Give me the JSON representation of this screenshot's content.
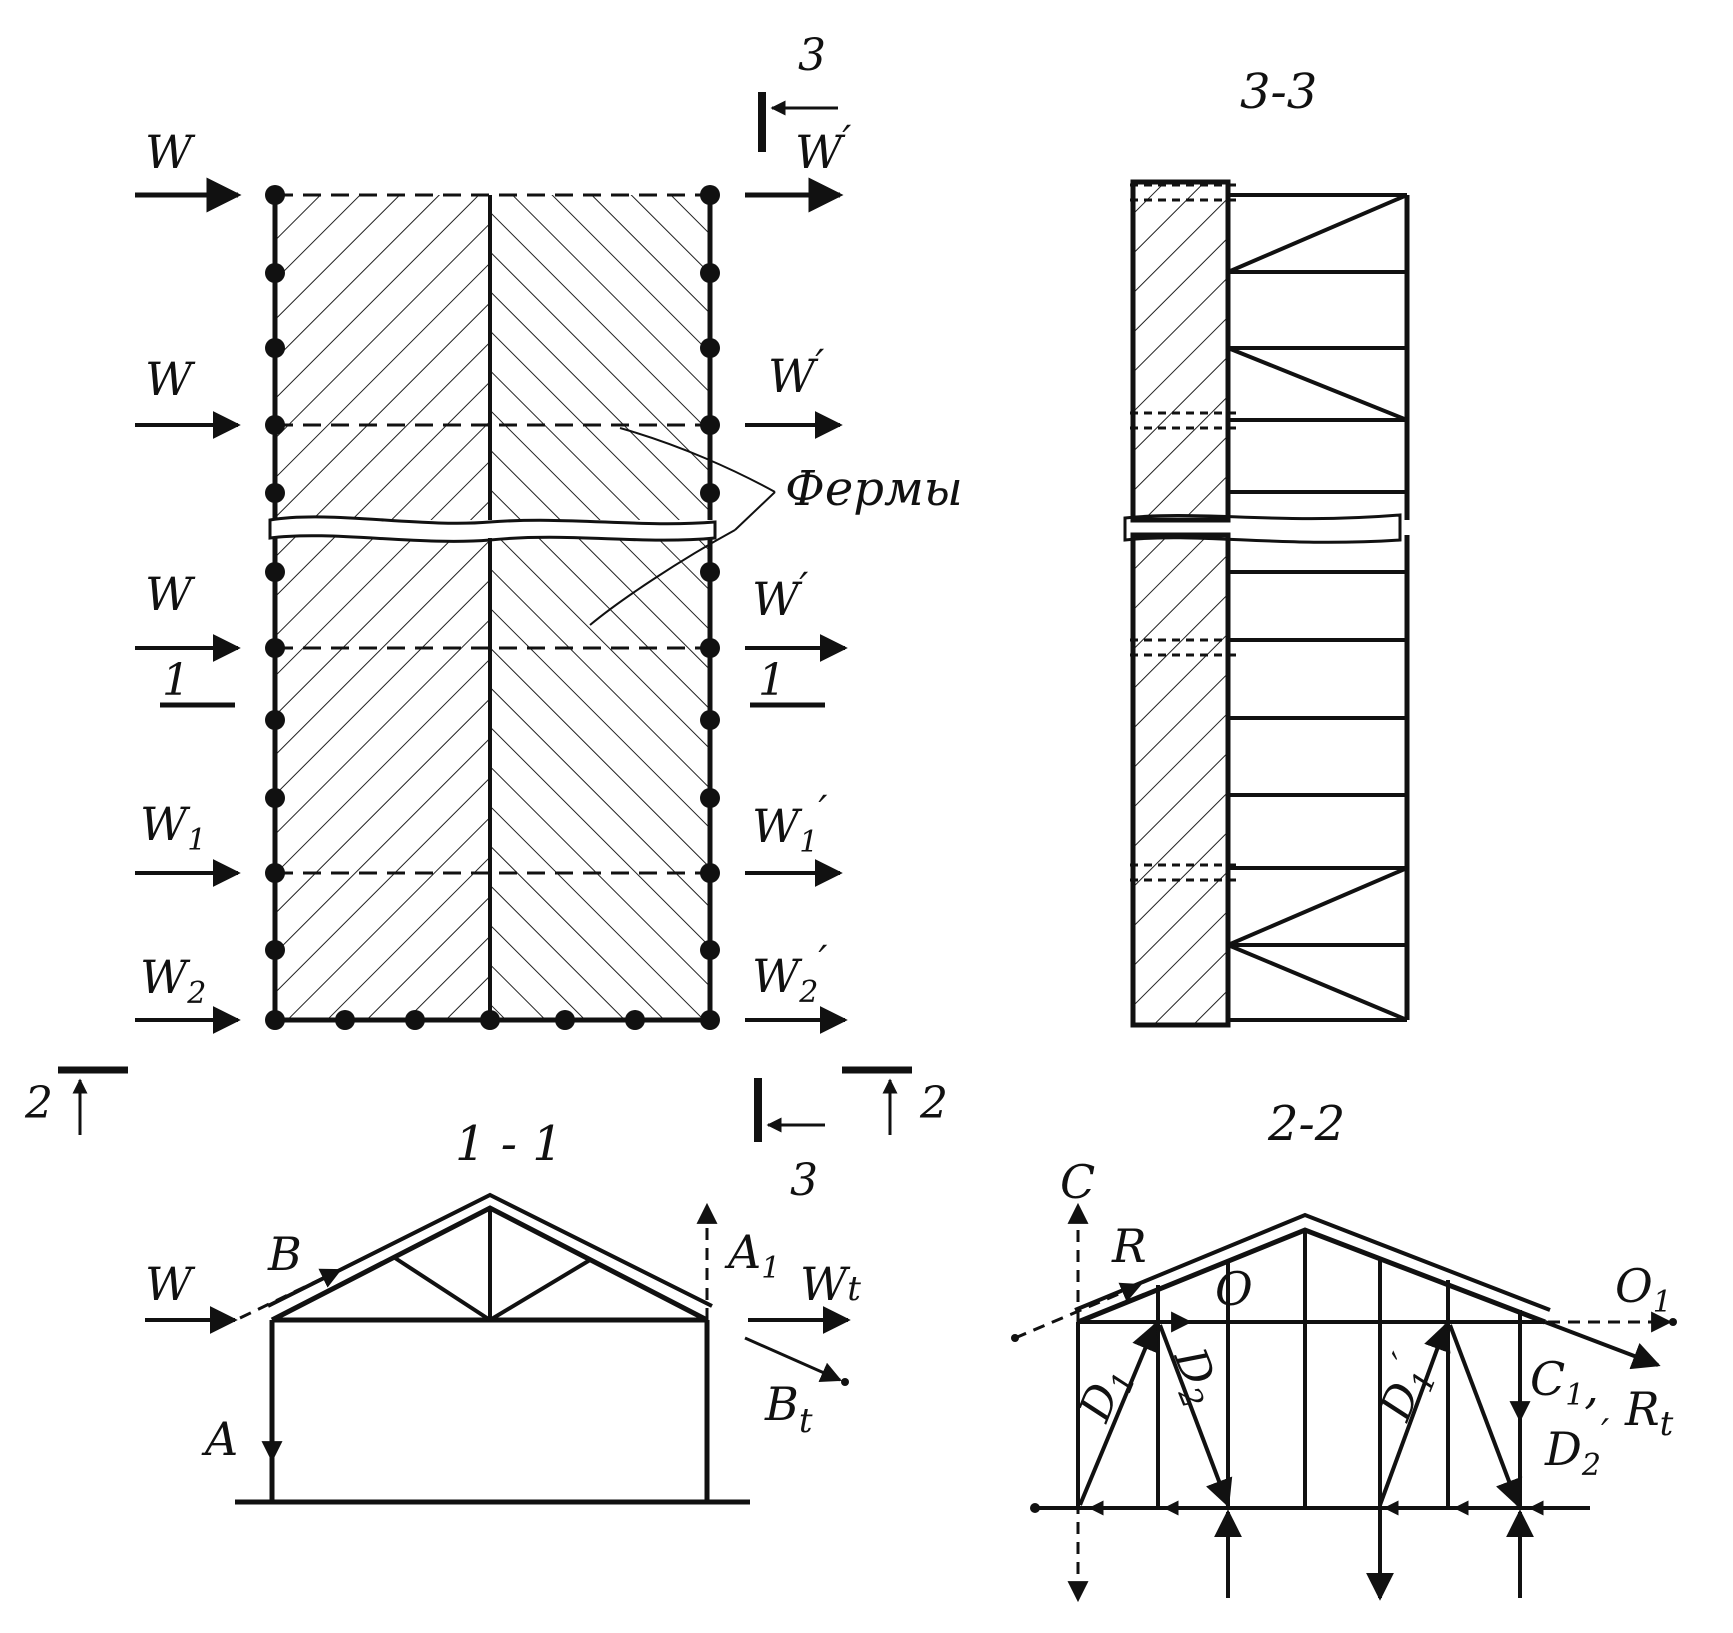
{
  "plan": {
    "section_mark_top": "3",
    "section_mark_bottom": "3",
    "section_mark_left": "2",
    "section_mark_right": "2",
    "section_mark_1_left": "1",
    "section_mark_1_right": "1",
    "trusses_label": "Фермы",
    "left_loads": [
      {
        "main": "W",
        "sub": ""
      },
      {
        "main": "W",
        "sub": ""
      },
      {
        "main": "W",
        "sub": ""
      },
      {
        "main": "W",
        "sub": "1"
      },
      {
        "main": "W",
        "sub": "2"
      }
    ],
    "right_loads": [
      {
        "main": "W",
        "sub": "",
        "prime": "′"
      },
      {
        "main": "W",
        "sub": "",
        "prime": "′"
      },
      {
        "main": "W",
        "sub": "",
        "prime": "′"
      },
      {
        "main": "W",
        "sub": "1",
        "prime": "′"
      },
      {
        "main": "W",
        "sub": "2",
        "prime": "′"
      }
    ]
  },
  "section_33": {
    "title": "3-3"
  },
  "section_11": {
    "title": "1 - 1",
    "labels": {
      "W": "W",
      "B": "B",
      "A": "A",
      "A1_main": "A",
      "A1_sub": "1",
      "Wt_main": "W",
      "Wt_sub": "t",
      "Bt_main": "B",
      "Bt_sub": "t"
    }
  },
  "section_22": {
    "title": "2-2",
    "labels": {
      "C": "C",
      "R": "R",
      "O": "O",
      "O1_main": "O",
      "O1_sub": "1",
      "D1_main": "D",
      "D1_sub": "1",
      "D2_main": "D",
      "D2_sub": "2",
      "D1p_main": "D",
      "D1p_sub": "1",
      "D1p_prime": "′",
      "C1_main": "C",
      "C1_sub": "1",
      "comma": ",",
      "D2p_main": "D",
      "D2p_sub": "2",
      "D2p_prime": "′",
      "Rt_main": "R",
      "Rt_sub": "t"
    }
  }
}
